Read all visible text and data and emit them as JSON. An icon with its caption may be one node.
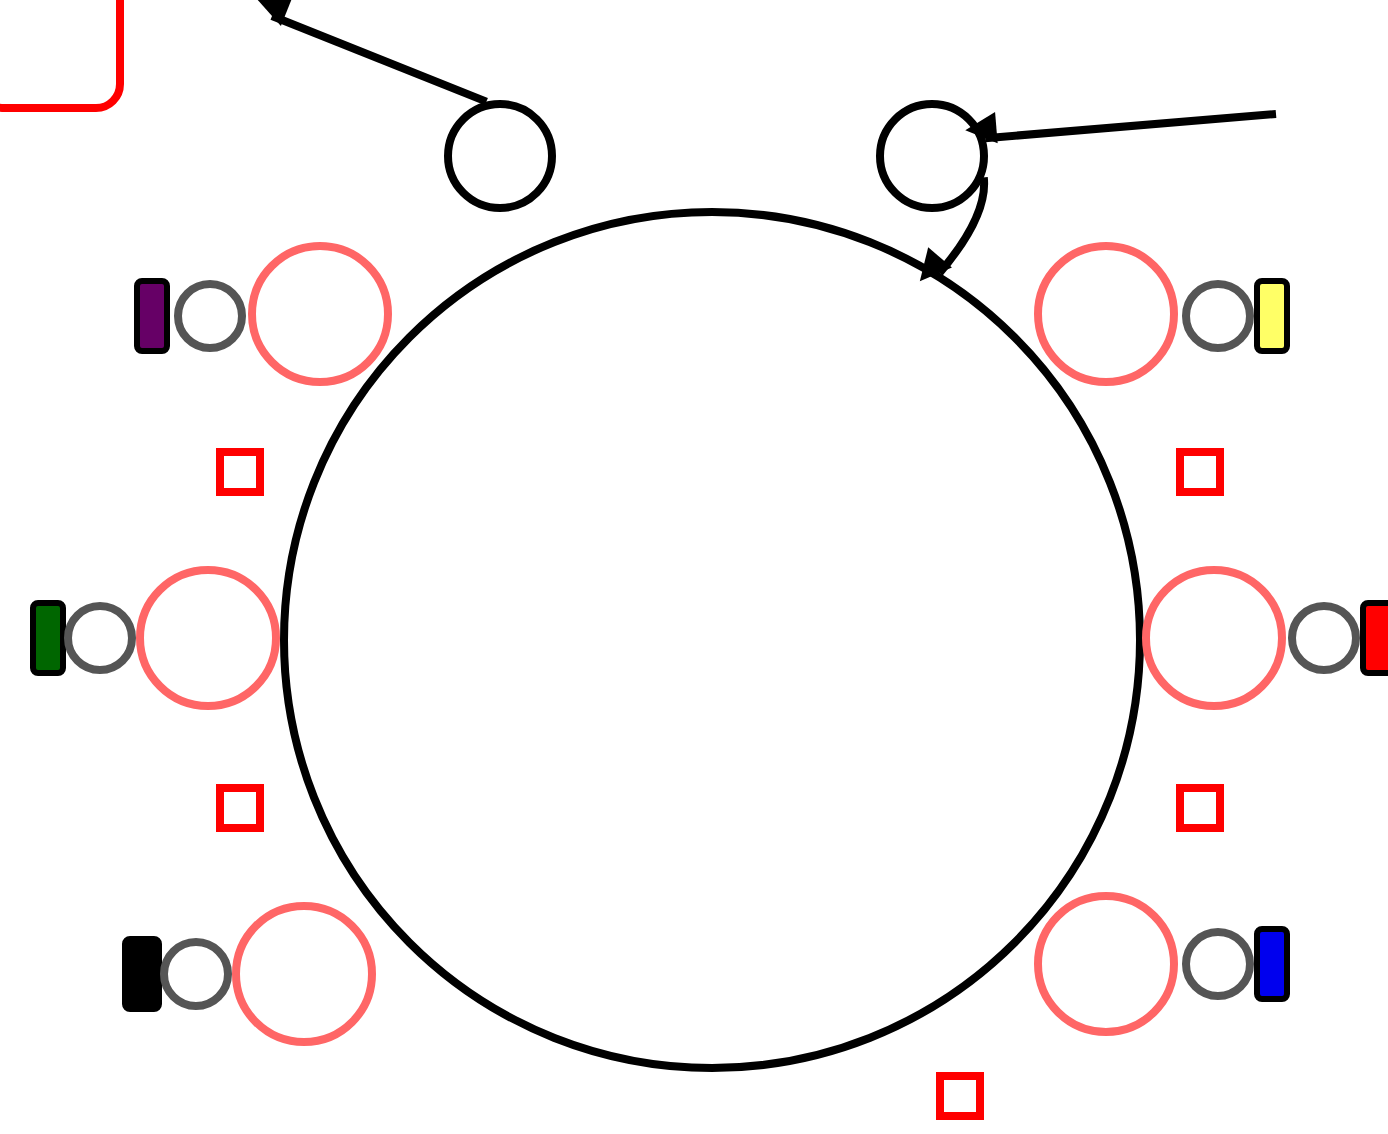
{
  "diagram": {
    "nodes": [
      {
        "text": [],
        "shape": "box"
      },
      {
        "text": [],
        "shape": "circle"
      },
      {
        "text": [],
        "shape": "circle"
      },
      {
        "text": [],
        "shape": "circle"
      },
      {
        "text": [],
        "shape": "bar"
      },
      {
        "text": [],
        "shape": "circle"
      },
      {
        "text": [],
        "shape": "circle"
      },
      {
        "text": [],
        "shape": "circle"
      },
      {
        "text": [],
        "shape": "circle"
      },
      {
        "text": [],
        "shape": "bar"
      },
      {
        "text": [],
        "shape": "box"
      },
      {
        "text": [],
        "shape": "box"
      },
      {
        "text": [],
        "shape": "bar"
      },
      {
        "text": [],
        "shape": "circle"
      },
      {
        "text": [],
        "shape": "circle"
      },
      {
        "text": [],
        "shape": "circle"
      },
      {
        "text": [],
        "shape": "circle"
      },
      {
        "text": [],
        "shape": "bar"
      },
      {
        "text": [],
        "shape": "box"
      },
      {
        "text": [],
        "shape": "box"
      },
      {
        "text": [],
        "shape": "bar"
      },
      {
        "text": [],
        "shape": "circle"
      },
      {
        "text": [],
        "shape": "circle"
      },
      {
        "text": [],
        "shape": "circle"
      },
      {
        "text": [],
        "shape": "circle"
      },
      {
        "text": [],
        "shape": "bar"
      },
      {
        "text": [],
        "shape": "box"
      }
    ],
    "edges": [
      {
        "from": 1,
        "to": null,
        "arrow": "to"
      },
      {
        "from": null,
        "to": 2,
        "arrow": "to"
      },
      {
        "from": 2,
        "to": 3,
        "arrow": "to"
      }
    ]
  }
}
